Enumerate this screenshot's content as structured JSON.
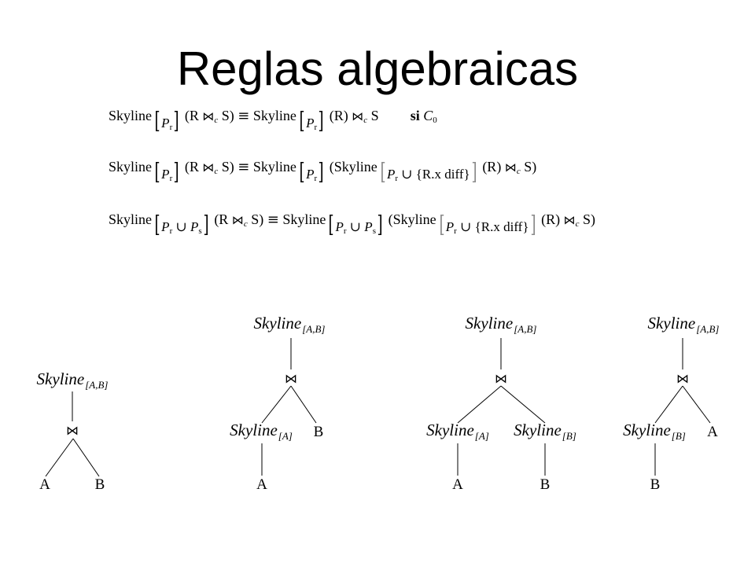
{
  "slide": {
    "title": "Reglas algebraicas"
  },
  "rules": [
    {
      "tokens": [
        "Skyline",
        "[",
        "P",
        "r",
        "]",
        "(R",
        "⋈",
        "c",
        "S)",
        "≡",
        "Skyline",
        "[",
        "P",
        "r",
        "]",
        "(R)",
        "⋈",
        "c",
        "S",
        "si",
        "C",
        "0"
      ]
    },
    {
      "tokens": [
        "Skyline",
        "[",
        "P",
        "r",
        "]",
        "(R",
        "⋈",
        "c",
        "S)",
        "≡",
        "Skyline",
        "[",
        "P",
        "r",
        "]",
        "(Skyline",
        "[",
        "P",
        "r",
        "∪",
        "{R.x diff}",
        "]",
        "(R)",
        "⋈",
        "c",
        "S)"
      ]
    },
    {
      "tokens": [
        "Skyline",
        "[",
        "P",
        "r",
        "∪",
        "P",
        "s",
        "]",
        "(R",
        "⋈",
        "c",
        "S)",
        "≡",
        "Skyline",
        "[",
        "P",
        "r",
        "∪",
        "P",
        "s",
        "]",
        "(Skyline",
        "[",
        "P",
        "r",
        "∪",
        "{R.x diff}",
        "]",
        "(R)",
        "⋈",
        "c",
        "S)"
      ]
    }
  ],
  "trees": [
    {
      "root": {
        "op": "Skyline",
        "param": "[A,B]"
      },
      "join": "⋈",
      "left": {
        "text": "A"
      },
      "right": {
        "text": "B"
      }
    },
    {
      "root": {
        "op": "Skyline",
        "param": "[A,B]"
      },
      "join": "⋈",
      "left": {
        "op": "Skyline",
        "param": "[A]",
        "child": "A"
      },
      "right": {
        "text": "B"
      }
    },
    {
      "root": {
        "op": "Skyline",
        "param": "[A,B]"
      },
      "join": "⋈",
      "left": {
        "op": "Skyline",
        "param": "[A]",
        "child": "A"
      },
      "right": {
        "op": "Skyline",
        "param": "[B]",
        "child": "B"
      }
    },
    {
      "root": {
        "op": "Skyline",
        "param": "[A,B]"
      },
      "join": "⋈",
      "left": {
        "op": "Skyline",
        "param": "[B]",
        "child": "B"
      },
      "right": {
        "text": "A"
      }
    }
  ]
}
